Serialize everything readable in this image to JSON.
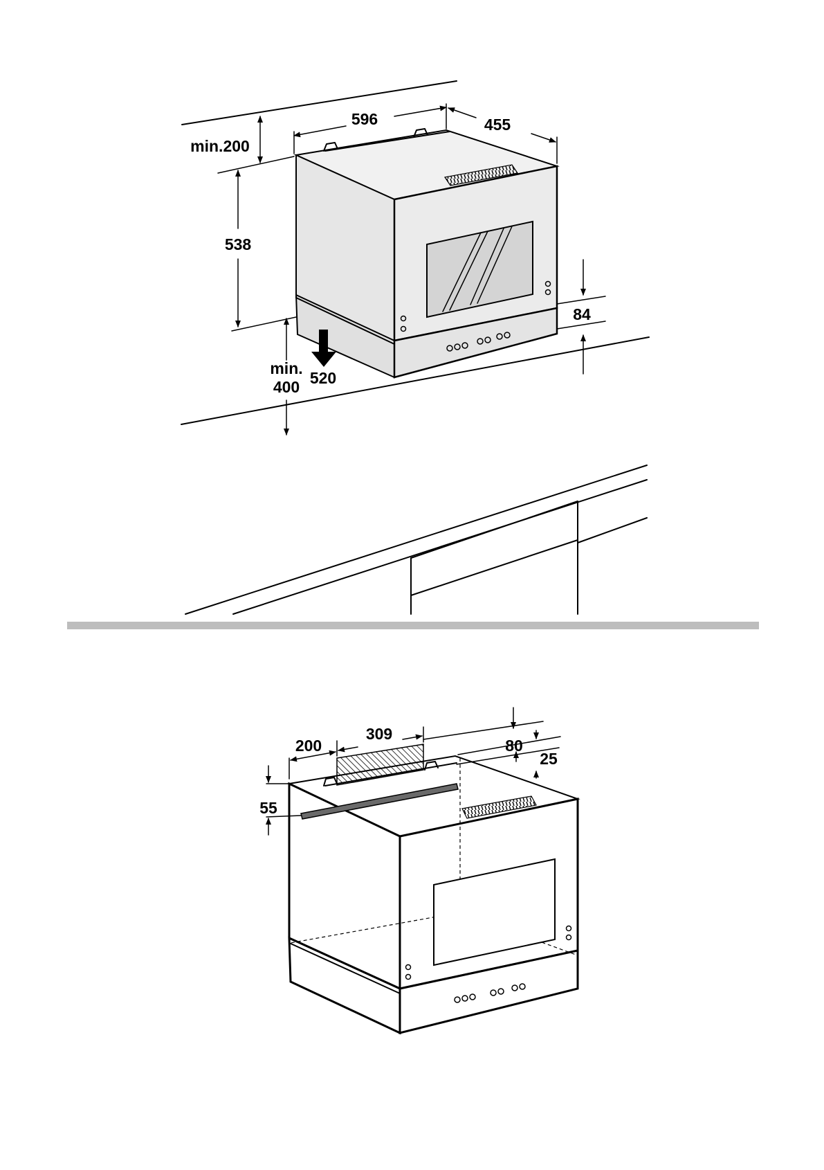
{
  "figure_top": {
    "dimensions": {
      "width": "596",
      "depth": "455",
      "top_clearance": "min.200",
      "height": "538",
      "pull_out": "520",
      "plinth": "84",
      "bottom_clearance_line1": "min.",
      "bottom_clearance_line2": "400"
    }
  },
  "figure_bottom": {
    "dimensions": {
      "offset_side": "200",
      "bracket_length": "309",
      "offset_back": "80",
      "rail_offset": "25",
      "rail_height": "55"
    }
  },
  "colors": {
    "line": "#000000",
    "appliance_fill": "#e8e8e8",
    "appliance_top": "#f1f1f1",
    "glass": "#d8d8d8",
    "separator": "#bdbdbd"
  }
}
